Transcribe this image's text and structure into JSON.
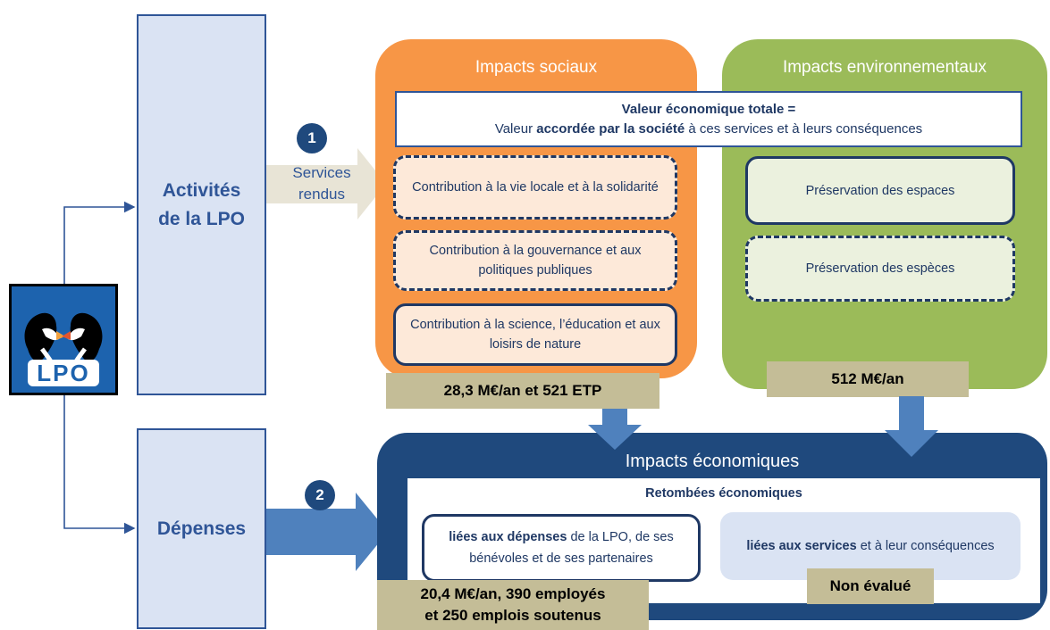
{
  "activities": {
    "line1": "Activités",
    "line2": "de la LPO"
  },
  "expenses": {
    "label": "Dépenses"
  },
  "logo": {
    "text": "LPO"
  },
  "services": {
    "badge": "1",
    "line1": "Services",
    "line2": "rendus"
  },
  "spending_badge": "2",
  "social": {
    "title": "Impacts sociaux",
    "items": [
      "Contribution à la vie locale et à la solidarité",
      "Contribution à la gouvernance et aux politiques publiques",
      "Contribution à la science, l’éducation et aux loisirs de nature"
    ],
    "value": "28,3 M€/an et 521 ETP"
  },
  "environment": {
    "title": "Impacts environnementaux",
    "items": [
      "Préservation des espaces",
      "Préservation des espèces"
    ],
    "value": "512 M€/an"
  },
  "total_value": {
    "heading": "Valeur économique totale =",
    "prefix": "Valeur ",
    "emph": "accordée par la société",
    "suffix": " à ces services et à leurs conséquences"
  },
  "economic": {
    "title": "Impacts économiques",
    "subtitle": "Retombées économiques",
    "left": {
      "bold": "liées aux dépenses",
      "rest": " de la LPO, de ses bénévoles et de ses partenaires"
    },
    "right": {
      "bold": "liées aux services",
      "rest": " et à leur conséquences"
    },
    "left_value_1": "20,4 M€/an, 390 employés",
    "left_value_2": "et 250 emplois soutenus",
    "right_value": "Non évalué"
  },
  "colors": {
    "orange": "#f79646",
    "green": "#9bbb59",
    "navy": "#1f497d",
    "light_blue": "#dae3f3",
    "tan": "#c4bd97",
    "peach": "#fde9d9",
    "pale_green": "#ebf1de"
  }
}
